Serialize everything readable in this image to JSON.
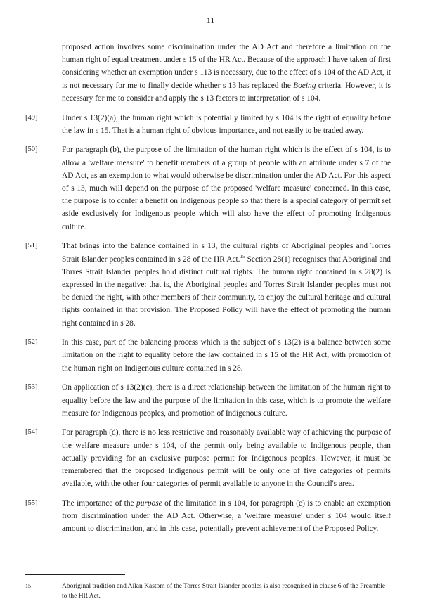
{
  "page_number": "11",
  "intro_text": "proposed action involves some discrimination under the AD Act and therefore a limitation on the human right of equal treatment under s 15 of the HR Act. Because of the approach I have taken of first considering whether an exemption under s 113 is necessary, due to the effect of s 104 of the AD Act, it is not necessary for me to finally decide whether s 13 has replaced the",
  "intro_italic": "Boeing",
  "intro_tail": "criteria. However, it is necessary for me to consider and apply the s 13 factors to interpretation of s 104.",
  "paragraphs": [
    {
      "number": "[49]",
      "text": "Under s 13(2)(a), the human right which is potentially limited by s 104 is the right of equality before the law in s 15. That is a human right of obvious importance, and not easily to be traded away."
    },
    {
      "number": "[50]",
      "text": "For paragraph (b), the purpose of the limitation of the human right which is the effect of s 104, is to allow a 'welfare measure' to benefit members of a group of people with an attribute under s 7 of the AD Act, as an exemption to what would otherwise be discrimination under the AD Act. For this aspect of s 13, much will depend on the purpose of the proposed 'welfare measure' concerned. In this case, the purpose is to confer a benefit on Indigenous people so that there is a special category of permit set aside exclusively for Indigenous people which will also have the effect of promoting Indigenous culture."
    },
    {
      "number": "[51]",
      "text_a": "That brings into the balance contained in s 13, the cultural rights of Aboriginal peoples and Torres Strait Islander peoples contained in s 28 of the HR Act.",
      "footnote_ref": "15",
      "text_b": "Section 28(1) recognises that Aboriginal and Torres Strait Islander peoples hold distinct cultural rights. The human right contained in s 28(2) is expressed in the negative: that is, the Aboriginal peoples and Torres Strait Islander peoples must not be denied the right, with other members of their community, to enjoy the cultural heritage and cultural rights contained in that provision. The Proposed Policy will have the effect of promoting the human right contained in s 28."
    },
    {
      "number": "[52]",
      "text": "In this case, part of the balancing process which is the subject of s 13(2) is a balance between some limitation on the right to equality before the law contained in s 15 of the HR Act, with promotion of the human right on Indigenous culture contained in s 28."
    },
    {
      "number": "[53]",
      "text": "On application of s 13(2)(c), there is a direct relationship between the limitation of the human right to equality before the law and the purpose of the limitation in this case, which is to promote the welfare measure for Indigenous peoples, and promotion of Indigenous culture."
    },
    {
      "number": "[54]",
      "text": "For paragraph (d), there is no less restrictive and reasonably available way of achieving the purpose of the welfare measure under s 104, of the permit only being available to Indigenous people, than actually providing for an exclusive purpose permit for Indigenous peoples. However, it must be remembered that the proposed Indigenous permit will be only one of five categories of permits available, with the other four categories of permit available to anyone in the Council's area."
    },
    {
      "number": "[55]",
      "text_a": "The importance of the",
      "italic": "purpose",
      "text_b": "of the limitation in s 104, for paragraph (e) is to enable an exemption from discrimination under the AD Act. Otherwise, a 'welfare measure' under s 104 would itself amount to discrimination, and in this case, potentially prevent achievement of the Proposed Policy."
    }
  ],
  "footnote": {
    "number": "15",
    "text": "Aboriginal tradition and Ailan Kastom of the Torres Strait Islander peoples is also recognised in clause 6 of the Preamble to the HR Act."
  }
}
